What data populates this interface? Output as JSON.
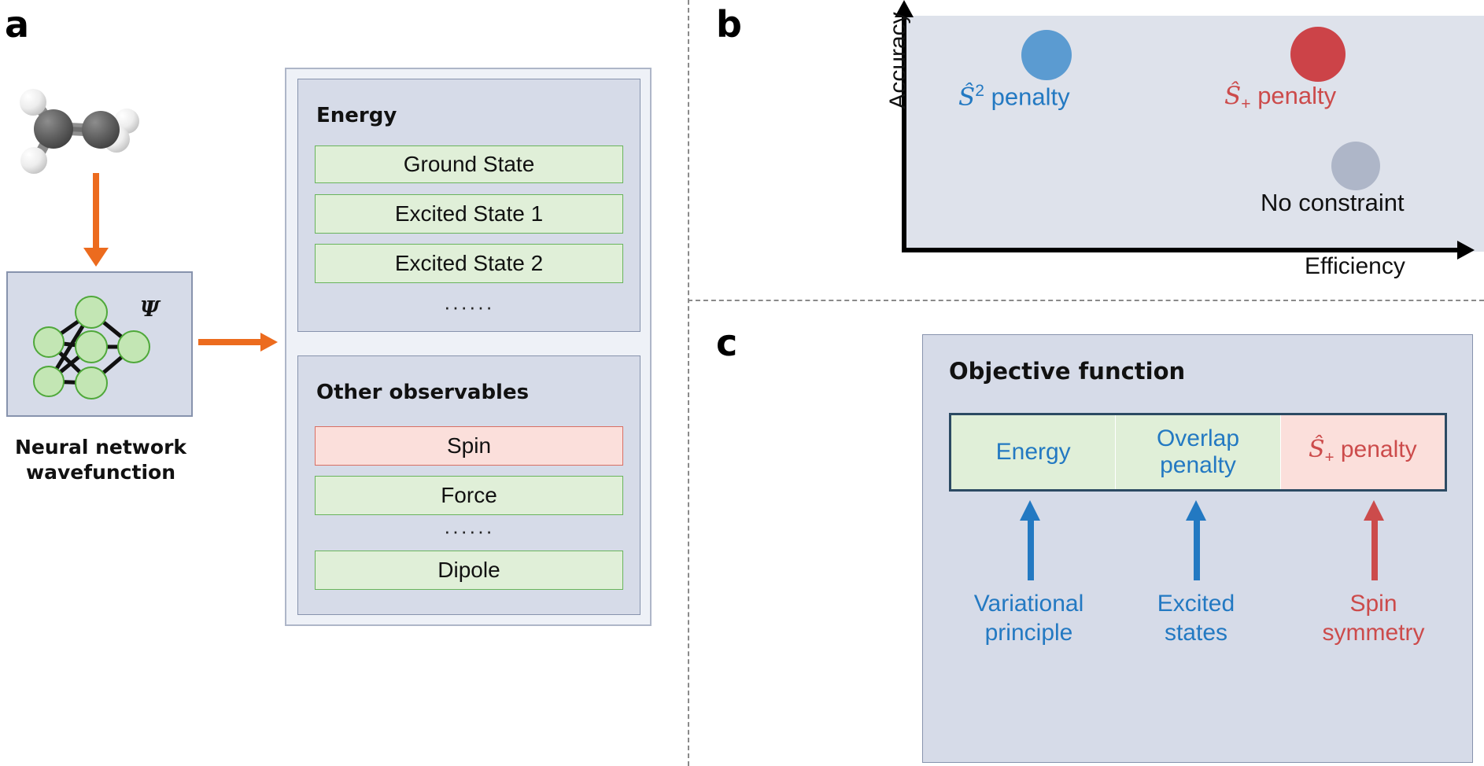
{
  "panels": {
    "a": {
      "letter": "a",
      "molecule": {
        "name": "ethylene-ball-and-stick-molecule",
        "carbon_color": "#5e5e5e",
        "hydrogen_color": "#f2f2f2",
        "bond_color": "#7a7a7a"
      },
      "nn_box": {
        "name": "neural-network-diagram",
        "psi_symbol": "Ψ",
        "node_fill": "#c3e6b4",
        "node_stroke": "#4fa83a",
        "edge_color": "#111111",
        "background": "#d6dbe8"
      },
      "caption": "Neural network\nwavefunction",
      "caption_line1": "Neural network",
      "caption_line2": "wavefunction",
      "arrow_color": "#ec6b1e",
      "energy_panel": {
        "heading": "Energy",
        "items": [
          "Ground State",
          "Excited State 1",
          "Excited State 2"
        ],
        "ellipsis": "······"
      },
      "observables_panel": {
        "heading": "Other observables",
        "items": [
          {
            "label": "Spin",
            "style": "red"
          },
          {
            "label": "Force",
            "style": "green"
          }
        ],
        "ellipsis": "······",
        "last_item": {
          "label": "Dipole",
          "style": "green"
        }
      }
    },
    "b": {
      "letter": "b",
      "ylabel": "Accuracy",
      "xlabel": "Efficiency",
      "plot_background": "#dee2eb",
      "bubbles": [
        {
          "label_html": "s2-penalty",
          "label_plain": "Ŝ² penalty",
          "base": "S",
          "sup": "2",
          "sub": "",
          "color": "#5b9bd1",
          "text_color": "#2379c2"
        },
        {
          "label_html": "s-plus-penalty",
          "label_plain": "Ŝ₊ penalty",
          "base": "S",
          "sup": "",
          "sub": "+",
          "color": "#cc4348",
          "text_color": "#cc4b4b"
        },
        {
          "label_html": "no-constraint",
          "label_plain": "No constraint",
          "base": "",
          "sup": "",
          "sub": "",
          "color": "#aeb6c8",
          "text_color": "#111111"
        }
      ],
      "penalty_word": "penalty",
      "no_constraint_label": "No constraint"
    },
    "c": {
      "letter": "c",
      "title": "Objective function",
      "cells": [
        {
          "line1": "Energy",
          "line2": "",
          "style": "green"
        },
        {
          "line1": "Overlap",
          "line2": "penalty",
          "style": "green"
        },
        {
          "line1": "penalty",
          "line2": "",
          "style": "red",
          "prefix_base": "S",
          "prefix_sub": "+"
        }
      ],
      "annotations": [
        {
          "line1": "Variational",
          "line2": "principle",
          "color": "#2379c2"
        },
        {
          "line1": "Excited",
          "line2": "states",
          "color": "#2379c2"
        },
        {
          "line1": "Spin",
          "line2": "symmetry",
          "color": "#cc4b4b"
        }
      ]
    }
  },
  "colors": {
    "orange_arrow": "#ec6b1e",
    "blue_accent": "#2379c2",
    "red_accent": "#cc4b4b",
    "panel_blue_gray": "#d6dbe8",
    "green_fill": "#e0efd8",
    "red_fill": "#fbdfdb"
  }
}
